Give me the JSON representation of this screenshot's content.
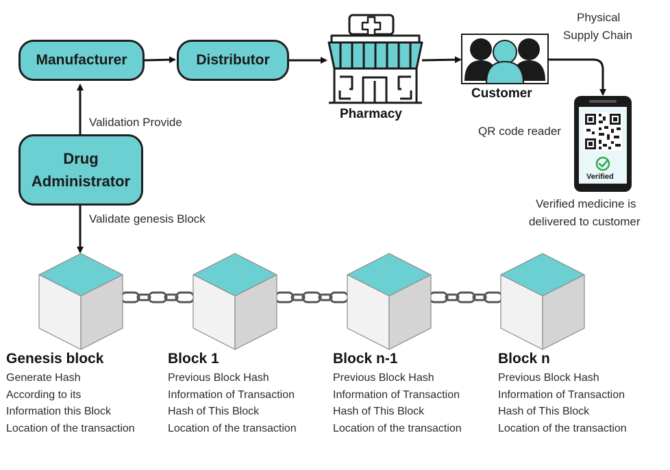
{
  "nodes": {
    "manufacturer": "Manufacturer",
    "distributor": "Distributor",
    "drug_administrator_line1": "Drug",
    "drug_administrator_line2": "Administrator",
    "pharmacy": "Pharmacy",
    "customer": "Customer",
    "phone_badge": "Verified"
  },
  "labels": {
    "physical_supply_chain_line1": "Physical",
    "physical_supply_chain_line2": "Supply Chain",
    "validation_provide": "Validation Provide",
    "validate_genesis": "Validate genesis Block",
    "qr_reader": "QR code reader",
    "verified_line1": "Verified medicine is",
    "verified_line2": "delivered to customer"
  },
  "blocks": [
    {
      "title": "Genesis block",
      "lines": [
        "Generate Hash",
        "According to its",
        "Information this Block",
        "Location of the transaction"
      ]
    },
    {
      "title": "Block 1",
      "lines": [
        "Previous Block Hash",
        "Information of Transaction",
        "Hash of This Block",
        "Location of the transaction"
      ]
    },
    {
      "title": "Block n-1",
      "lines": [
        "Previous Block Hash",
        "Information of Transaction",
        "Hash of This Block",
        "Location of the transaction"
      ]
    },
    {
      "title": "Block n",
      "lines": [
        "Previous Block Hash",
        "Information of Transaction",
        "Hash of This Block",
        "Location of the transaction"
      ]
    }
  ],
  "colors": {
    "node_fill": "#6ccfd2",
    "cube_top": "#6ccfd2",
    "cube_left": "#f2f2f2",
    "cube_right": "#d4d4d4",
    "outline": "#1f1f1f",
    "verified_green": "#2fa84f"
  },
  "icons": [
    "hospital-cross-icon",
    "pharmacy-building-icon",
    "customer-group-icon",
    "smartphone-icon",
    "qr-code-icon",
    "check-icon",
    "chain-link-icon"
  ]
}
